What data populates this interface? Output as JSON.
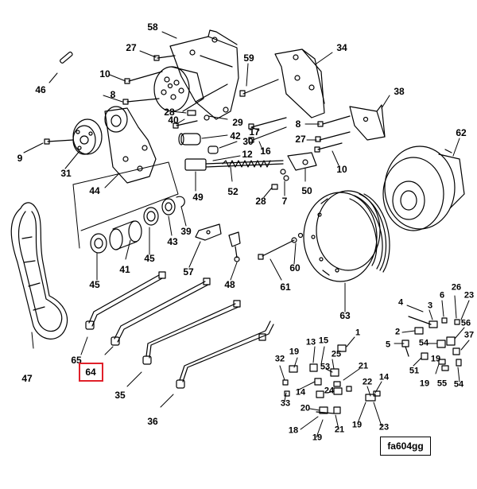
{
  "figure_id": "fa604gg",
  "highlighted_callout": "64",
  "colors": {
    "highlight": "#e0202a",
    "ink": "#000000"
  },
  "callouts": [
    "58",
    "27",
    "46",
    "10",
    "59",
    "34",
    "8",
    "38",
    "62",
    "28",
    "40",
    "29",
    "17",
    "8b",
    "42",
    "30",
    "9",
    "31",
    "12",
    "16",
    "27b",
    "44",
    "49",
    "52",
    "28b",
    "50",
    "7",
    "10b",
    "47",
    "39",
    "43",
    "45a",
    "41",
    "57",
    "45b",
    "48",
    "60",
    "61",
    "63",
    "65",
    "64",
    "35",
    "36",
    "1",
    "4",
    "3",
    "6",
    "26",
    "23",
    "2",
    "56",
    "5",
    "54",
    "37",
    "13",
    "15",
    "19a",
    "25",
    "32",
    "53",
    "21a",
    "51",
    "19b",
    "55",
    "54b",
    "14a",
    "24",
    "22",
    "14b",
    "33",
    "20",
    "18",
    "19c",
    "21b",
    "19d",
    "23b"
  ],
  "callout_text": {
    "58": "58",
    "27": "27",
    "46": "46",
    "10": "10",
    "59": "59",
    "34": "34",
    "8": "8",
    "38": "38",
    "62": "62",
    "28": "28",
    "40": "40",
    "29": "29",
    "17": "17",
    "8b": "8",
    "42": "42",
    "30": "30",
    "9": "9",
    "31": "31",
    "12": "12",
    "16": "16",
    "27b": "27",
    "44": "44",
    "49": "49",
    "52": "52",
    "28b": "28",
    "50": "50",
    "7": "7",
    "10b": "10",
    "47": "47",
    "39": "39",
    "43": "43",
    "45a": "45",
    "41": "41",
    "57": "57",
    "45b": "45",
    "48": "48",
    "60": "60",
    "61": "61",
    "63": "63",
    "65": "65",
    "64": "64",
    "35": "35",
    "36": "36",
    "1": "1",
    "4": "4",
    "3": "3",
    "6": "6",
    "26": "26",
    "23": "23",
    "2": "2",
    "56": "56",
    "5": "5",
    "54": "54",
    "37": "37",
    "13": "13",
    "15": "15",
    "19a": "19",
    "25": "25",
    "32": "32",
    "53": "53",
    "21a": "21",
    "51": "51",
    "19b": "19",
    "55": "55",
    "54b": "54",
    "14a": "14",
    "24": "24",
    "22": "22",
    "14b": "14",
    "33": "33",
    "20": "20",
    "18": "18",
    "19c": "19",
    "21b": "21",
    "19d": "19",
    "23b": "23"
  }
}
